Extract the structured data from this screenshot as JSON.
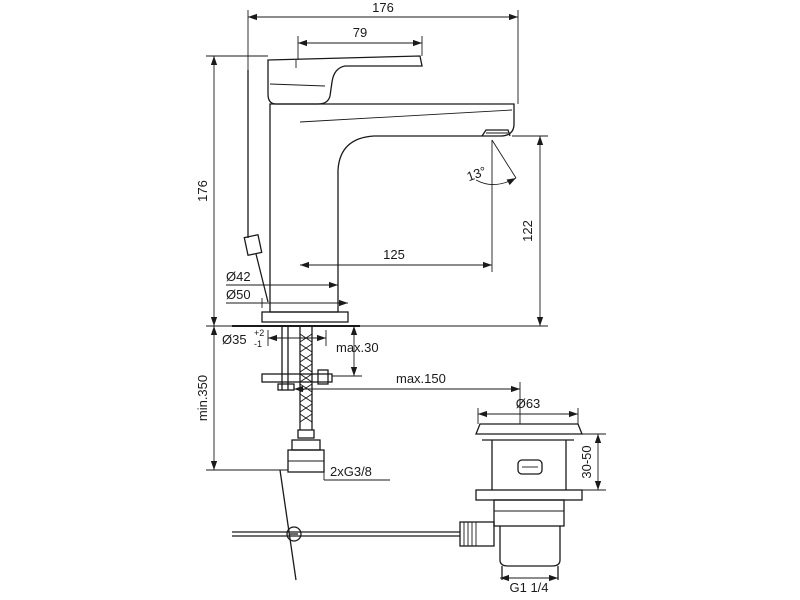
{
  "dimensions": {
    "overall_width": "176",
    "handle_length": "79",
    "overall_height": "176",
    "spout_height": "122",
    "spout_reach": "125",
    "base_diameter_42": "Ø42",
    "base_diameter_50": "Ø50",
    "hole_diameter": "Ø35",
    "hole_tolerance_plus": "+2",
    "hole_tolerance_minus": "-1",
    "max_deck_thickness": "max.30",
    "min_hose_length": "min.350",
    "max_rod_reach": "max.150",
    "waste_diameter": "Ø63",
    "waste_height": "30-50",
    "connection_thread": "2xG3/8",
    "waste_thread": "G1 1/4",
    "swivel_angle": "13°"
  },
  "colors": {
    "line": "#1a1a1a",
    "background": "#ffffff"
  }
}
